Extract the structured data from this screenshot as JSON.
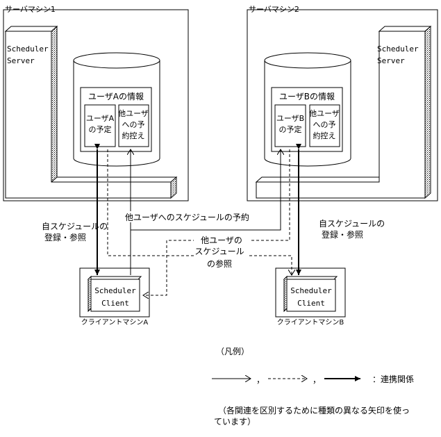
{
  "machines": {
    "server1": {
      "label": "サーバマシン1",
      "app": [
        "Scheduler",
        "Server"
      ]
    },
    "server2": {
      "label": "サーバマシン2",
      "app": [
        "Scheduler",
        "Server"
      ]
    },
    "client_a": {
      "label": "クライアントマシンA",
      "app": [
        "Scheduler",
        "Client"
      ]
    },
    "client_b": {
      "label": "クライアントマシンB",
      "app": [
        "Scheduler",
        "Client"
      ]
    }
  },
  "database_a": {
    "title": "ユーザAの情報",
    "own": [
      "ユーザA",
      "の予定"
    ],
    "others": [
      "他ユーザ",
      "への予",
      "約控え"
    ]
  },
  "database_b": {
    "title": "ユーザBの情報",
    "own": [
      "ユーザB",
      "の予定"
    ],
    "others": [
      "他ユーザ",
      "への予",
      "約控え"
    ]
  },
  "labels": {
    "own_schedule_left": [
      "自スケジュールの",
      "登録・参照"
    ],
    "own_schedule_right": [
      "自スケジュールの",
      "登録・参照"
    ],
    "reserve_others": "他ユーザへのスケジュールの予約",
    "view_others": [
      "他ユーザの",
      "スケジュール",
      "の参照"
    ]
  },
  "legend": {
    "title": "（凡例）",
    "separator": "，",
    "relation_label": "：連携関係",
    "note": [
      "（各関連を区別するために種類の異なる矢印を使っ",
      "ています）"
    ]
  }
}
